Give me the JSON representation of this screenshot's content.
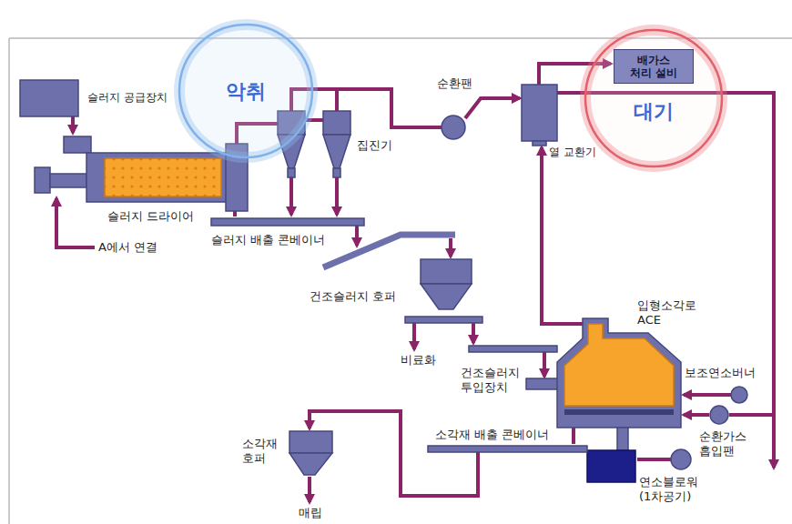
{
  "diagram": {
    "nodes": [
      {
        "text": [
          "악취"
        ]
      },
      {
        "text": [
          "대기"
        ]
      },
      {
        "text": [
          "배가스 처리 설비"
        ],
        "in": 1
      }
    ],
    "labels": [
      "순환팬",
      "슬러지 공급장치",
      "집진기",
      "열 교환기",
      "슬러지 드라이어",
      "슬러지 배출 콘베이너",
      "A에서 연결",
      "건조슬러지 호퍼",
      "입형소각로 ACE",
      "비료화",
      "보조연소버너",
      "건조슬러지 투입장치",
      "순환가스 흡입팬",
      "소각재 호퍼",
      "소각재 배출 콘베이너",
      "연소블로워 (1차공기)",
      "매립"
    ]
  }
}
